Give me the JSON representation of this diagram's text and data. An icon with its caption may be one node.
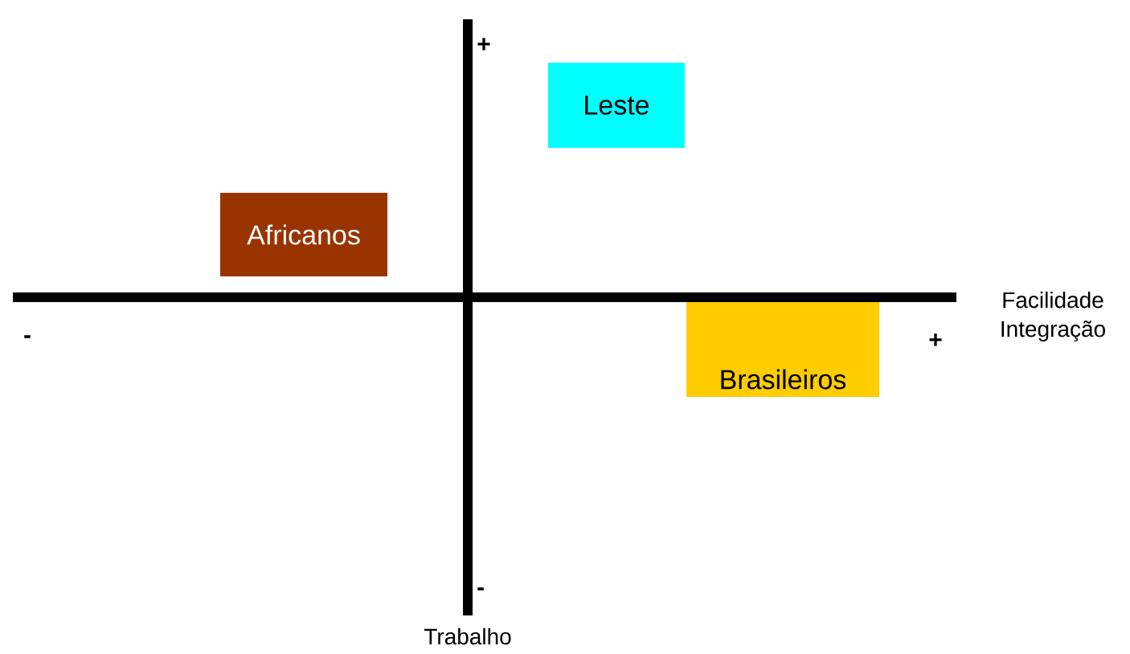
{
  "diagram": {
    "nodes": [
      {
        "text": [
          "Leste"
        ]
      },
      {
        "text": [
          "Africanos"
        ]
      },
      {
        "text": [
          "Brasileiros"
        ]
      }
    ],
    "labels": [
      "+",
      "Facilidade Integração",
      "-",
      "+",
      "-",
      "Trabalho"
    ]
  }
}
